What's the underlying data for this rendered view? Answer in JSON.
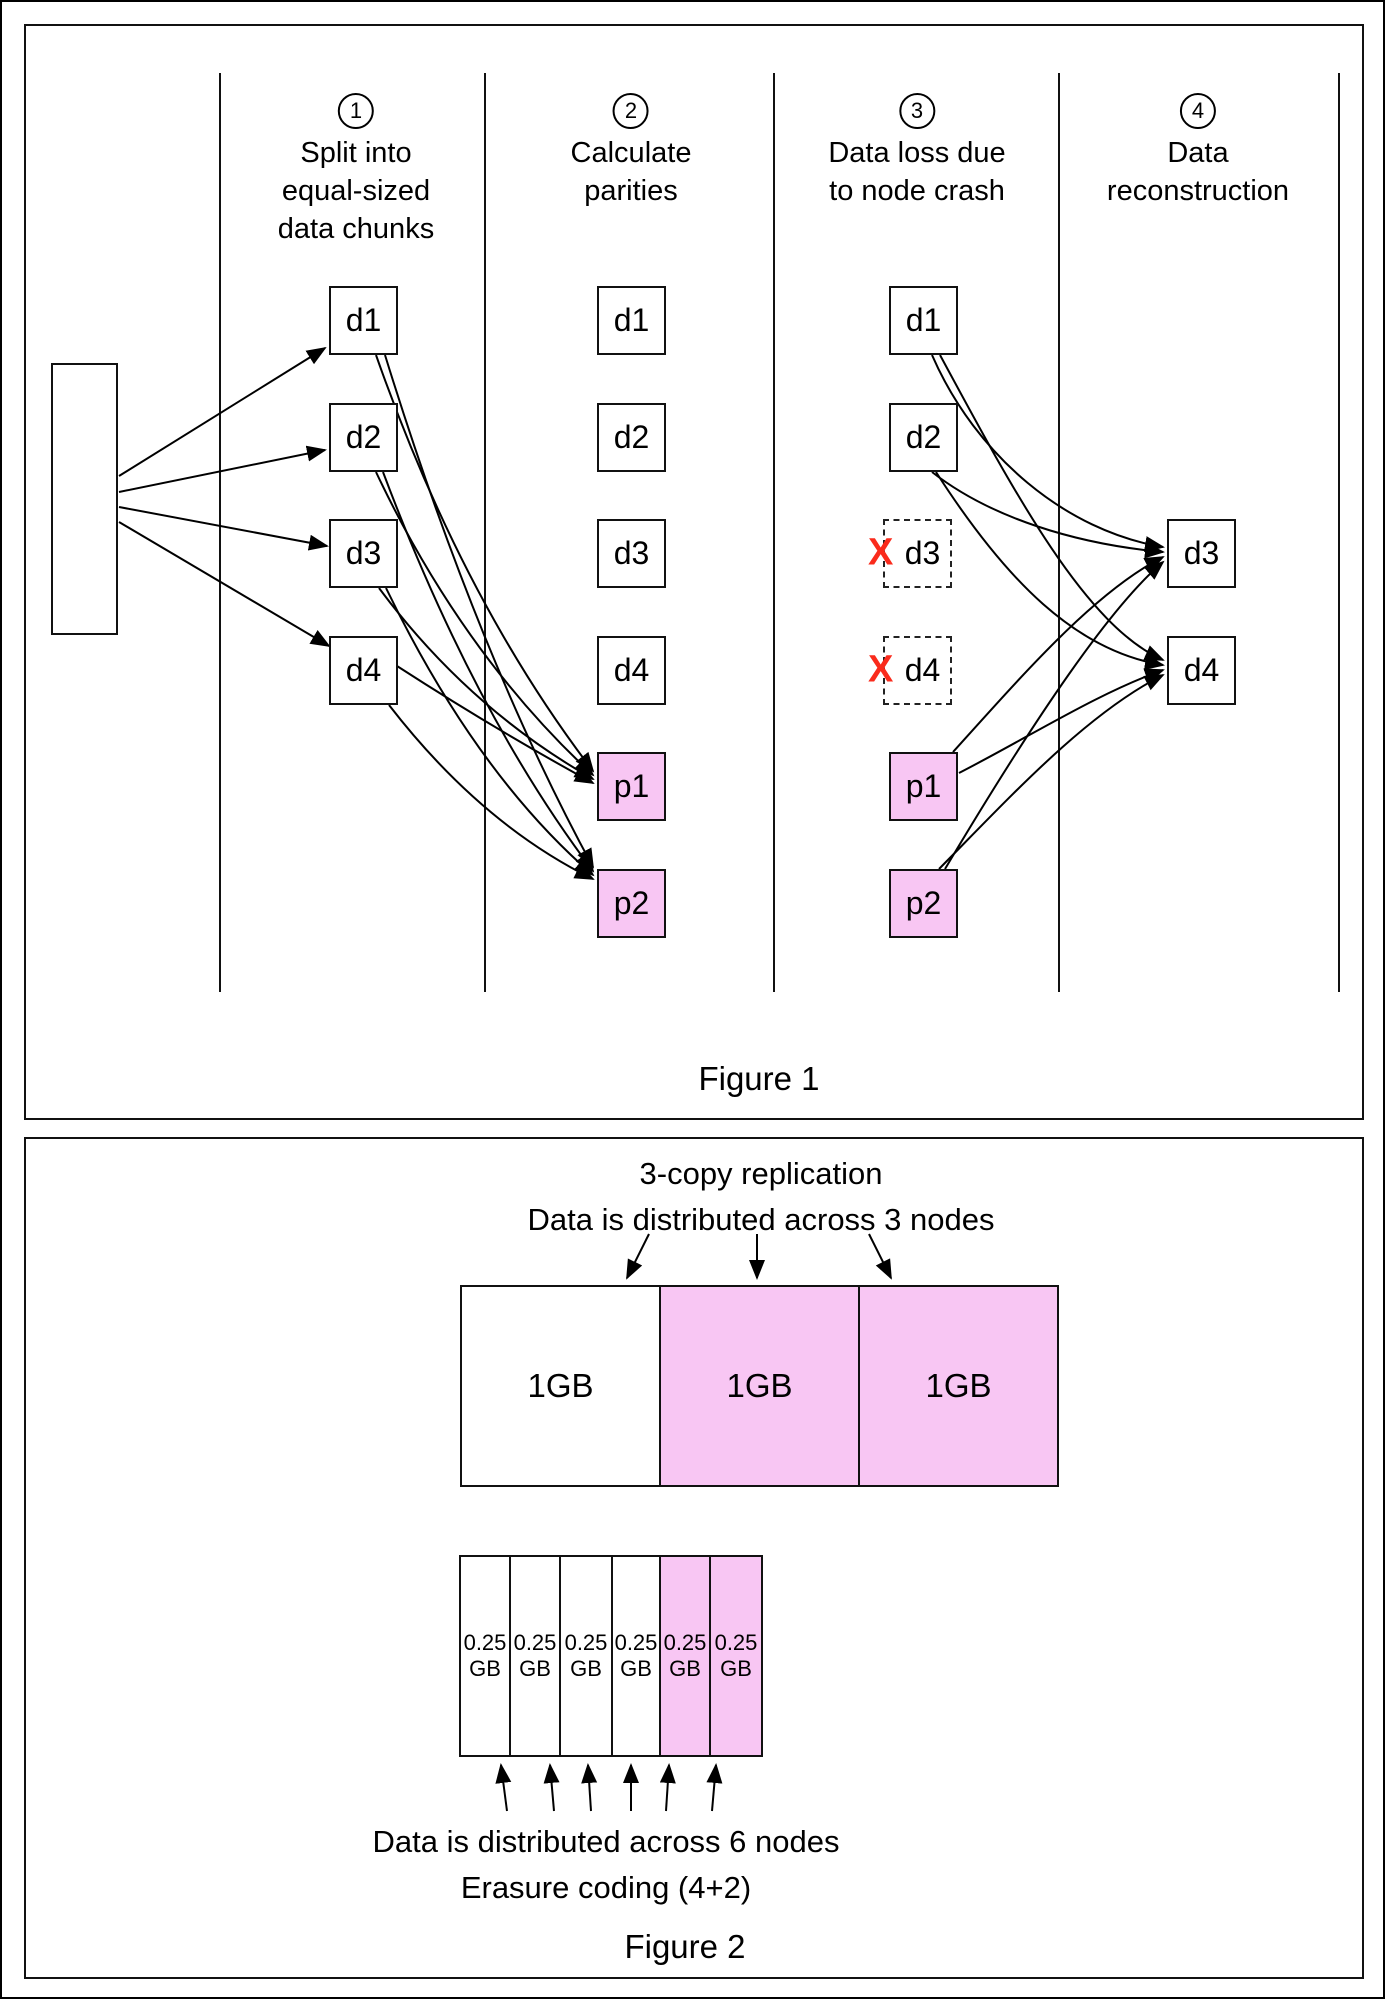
{
  "colors": {
    "parity": "#F8C6F3",
    "lost": "#FA2B1C"
  },
  "figure1": {
    "caption": "Figure 1",
    "steps": [
      {
        "num": "1",
        "lines": [
          "Split into",
          "equal-sized",
          "data chunks"
        ]
      },
      {
        "num": "2",
        "lines": [
          "Calculate",
          "parities"
        ]
      },
      {
        "num": "3",
        "lines": [
          "Data loss due",
          "to node crash"
        ]
      },
      {
        "num": "4",
        "lines": [
          "Data",
          "reconstruction"
        ]
      }
    ],
    "split_boxes": [
      "d1",
      "d2",
      "d3",
      "d4"
    ],
    "parity_boxes": [
      "d1",
      "d2",
      "d3",
      "d4",
      "p1",
      "p2"
    ],
    "loss_boxes": [
      "d1",
      "d2",
      "d3",
      "d4",
      "p1",
      "p2"
    ],
    "recon_boxes": [
      "d3",
      "d4"
    ],
    "lost_mark": "X"
  },
  "figure2": {
    "caption": "Figure 2",
    "replication": {
      "title": "3-copy replication",
      "subtitle": "Data is distributed across 3 nodes",
      "boxes": [
        "1GB",
        "1GB",
        "1GB"
      ]
    },
    "erasure": {
      "box_line1": "0.25",
      "box_line2": "GB",
      "note_line1": "Data is distributed across 6 nodes",
      "note_line2": "Erasure coding (4+2)"
    }
  }
}
